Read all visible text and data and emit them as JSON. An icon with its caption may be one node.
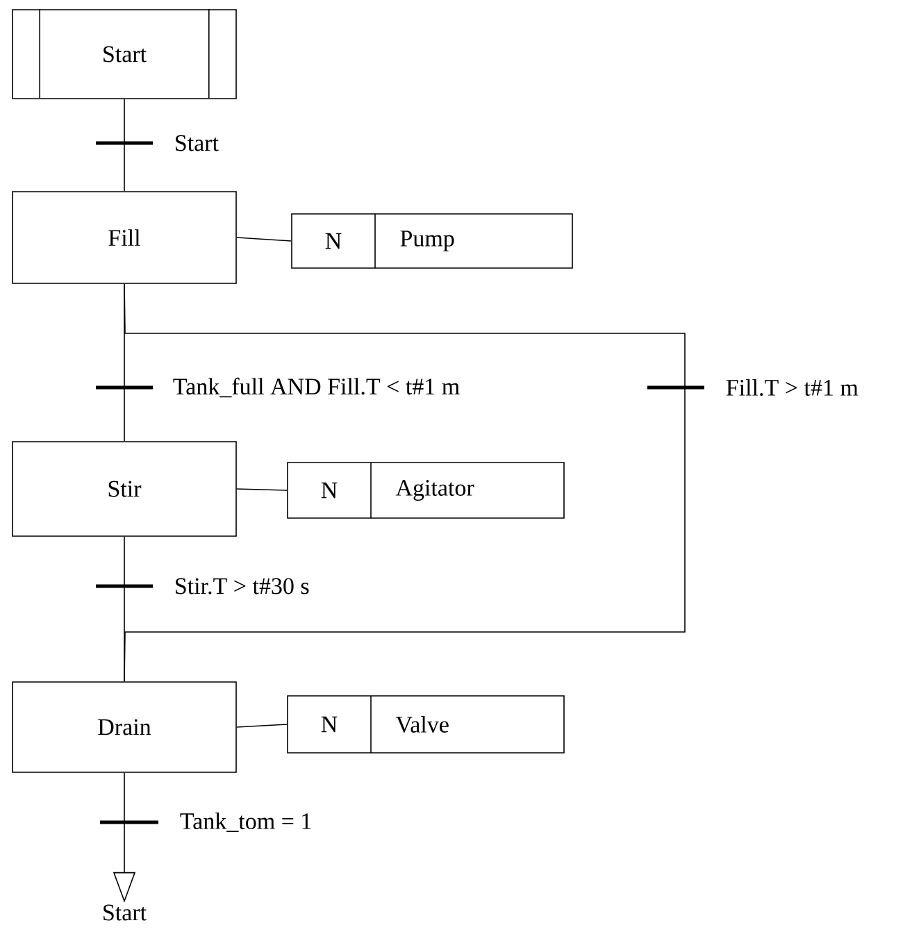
{
  "diagram": {
    "nodes": [
      {
        "text": [
          "Start"
        ]
      },
      {
        "text": [
          "Fill"
        ]
      },
      {
        "text": [
          "N",
          "Pump"
        ]
      },
      {
        "text": [
          "Stir"
        ]
      },
      {
        "text": [
          "N",
          "Agitator"
        ]
      },
      {
        "text": [
          "Drain"
        ]
      },
      {
        "text": [
          "N",
          "Valve"
        ]
      },
      {
        "text": [
          "Start"
        ]
      }
    ],
    "edges": [
      {
        "from": 0,
        "to": 1,
        "arrow": "none",
        "label": "Start"
      },
      {
        "from": 1,
        "to": 2,
        "arrow": "none"
      },
      {
        "from": 1,
        "to": 3,
        "arrow": "none",
        "label": "Tank_full AND Fill.T < t#1 m"
      },
      {
        "from": 1,
        "to": 5,
        "arrow": "none",
        "label": "Fill.T > t#1 m"
      },
      {
        "from": 3,
        "to": 4,
        "arrow": "none"
      },
      {
        "from": 3,
        "to": 5,
        "arrow": "none",
        "label": "Stir.T > t#30 s"
      },
      {
        "from": 5,
        "to": 6,
        "arrow": "none"
      },
      {
        "from": 5,
        "to": 7,
        "arrow": "to",
        "label": "Tank_tom = 1"
      }
    ]
  }
}
